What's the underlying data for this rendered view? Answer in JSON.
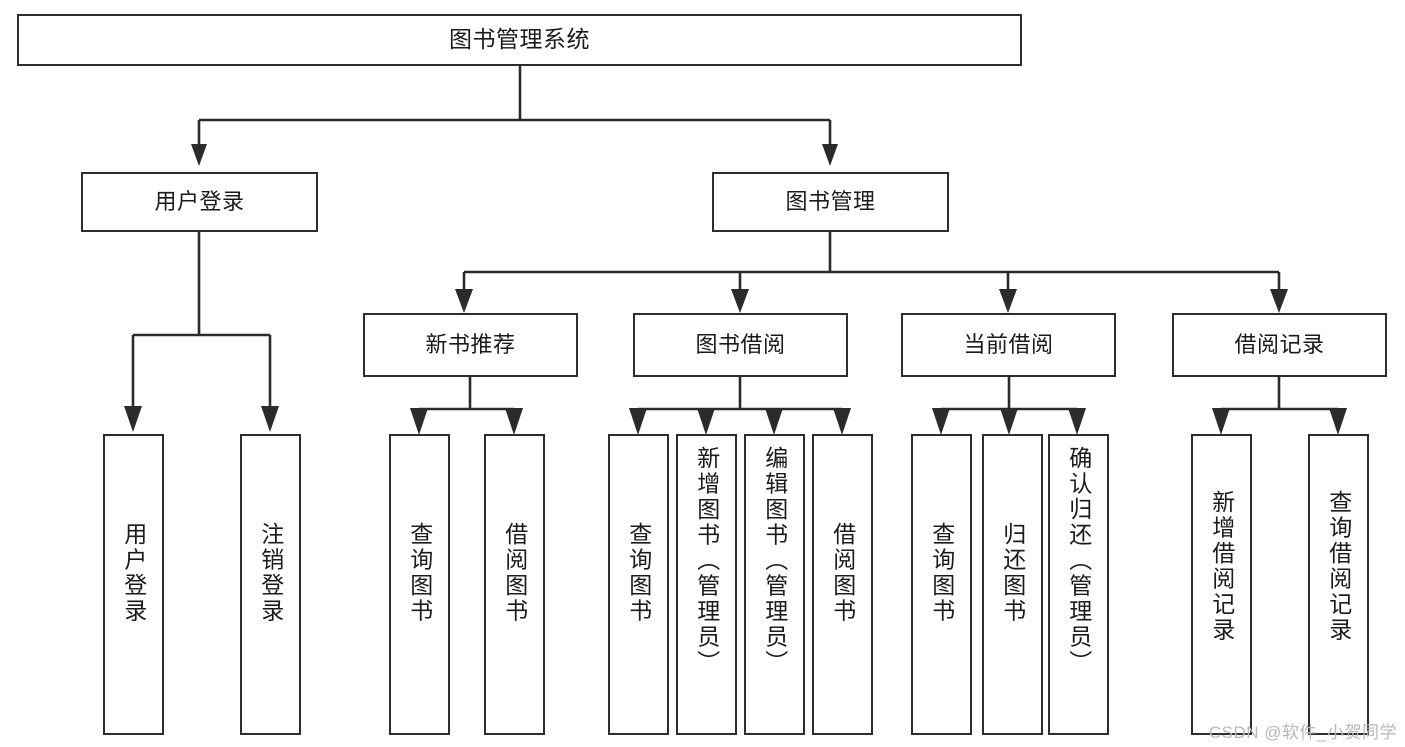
{
  "diagram": {
    "title": "图书管理系统",
    "type": "tree",
    "watermark": "CSDN @软件_小贺同学",
    "colors": {
      "box_border": "#2d2d2d",
      "box_fill": "#ffffff",
      "connector": "#2b2b2b",
      "text": "#1b1b1b",
      "watermark": "#b9b9b9",
      "background": "#ffffff"
    },
    "root": {
      "label": "图书管理系统"
    },
    "level1": [
      {
        "label": "用户登录"
      },
      {
        "label": "图书管理"
      }
    ],
    "level2": [
      {
        "label": "新书推荐"
      },
      {
        "label": "图书借阅"
      },
      {
        "label": "当前借阅"
      },
      {
        "label": "借阅记录"
      }
    ],
    "leaves": {
      "user_login": [
        {
          "label": "用户登录"
        },
        {
          "label": "注销登录"
        }
      ],
      "new_book_recommend": [
        {
          "label": "查询图书"
        },
        {
          "label": "借阅图书"
        }
      ],
      "book_borrow": [
        {
          "label": "查询图书"
        },
        {
          "label": "新增图书（管理员）"
        },
        {
          "label": "编辑图书（管理员）"
        },
        {
          "label": "借阅图书"
        }
      ],
      "current_borrow": [
        {
          "label": "查询图书"
        },
        {
          "label": "归还图书"
        },
        {
          "label": "确认归还（管理员）"
        }
      ],
      "borrow_record": [
        {
          "label": "新增借阅记录"
        },
        {
          "label": "查询借阅记录"
        }
      ]
    }
  }
}
